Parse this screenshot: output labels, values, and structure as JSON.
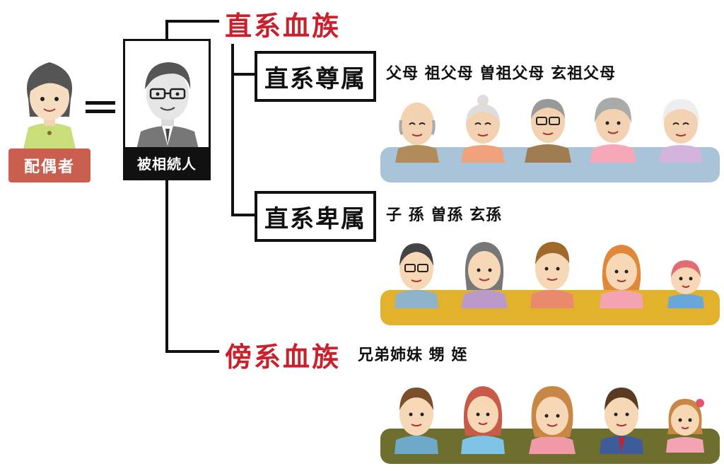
{
  "spouse": {
    "label": "配偶者"
  },
  "deceased": {
    "label": "被相続人"
  },
  "lineal": {
    "title": "直系血族",
    "ascendants": {
      "label": "直系尊属",
      "members": "父母  祖父母  曽祖父母  玄祖父母"
    },
    "descendants": {
      "label": "直系卑属",
      "members": "子  孫  曽孫  玄孫"
    }
  },
  "collateral": {
    "title": "傍系血族",
    "members": "兄弟姉妹  甥  姪"
  },
  "colors": {
    "title_red": "#c8202c",
    "band_ascendants": "#a9c4d8",
    "band_descendants": "#e2b22c",
    "band_collateral": "#6e6e2e",
    "spouse_badge": "#c9604f"
  }
}
